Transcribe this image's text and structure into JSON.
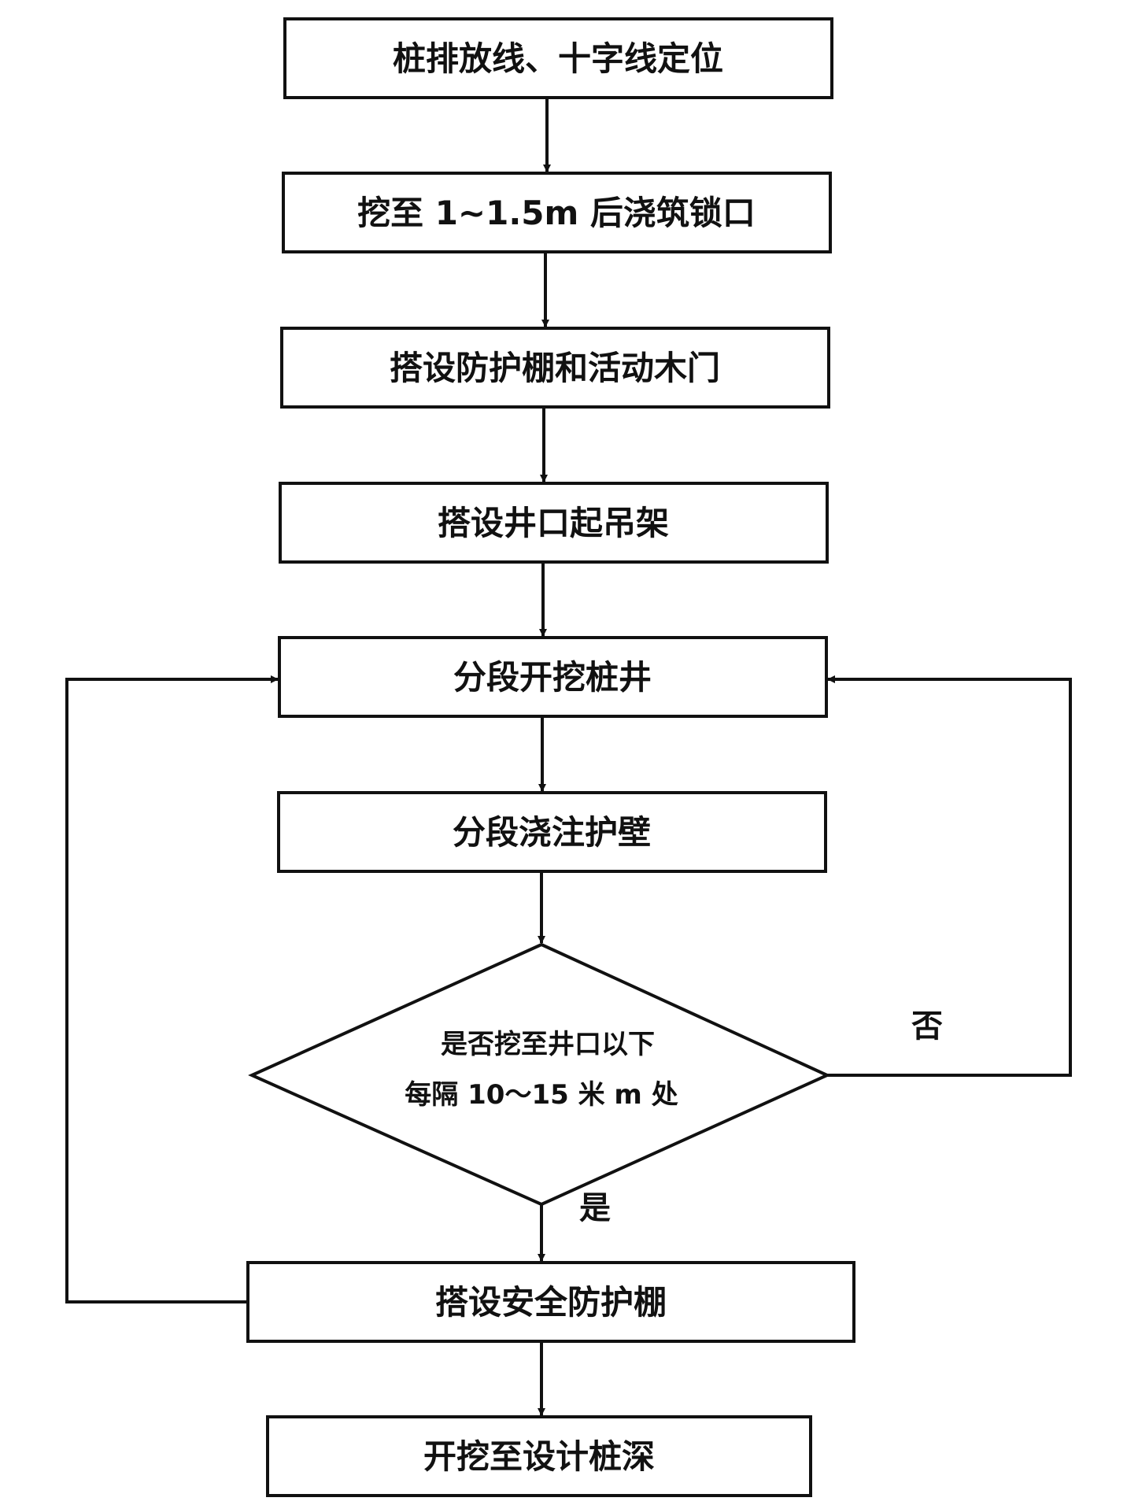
{
  "diagram": {
    "colors": {
      "stroke": "#111111",
      "fill": "#ffffff",
      "text": "#111111"
    },
    "nodes": {
      "step1": "桩排放线、十字线定位",
      "step2": "挖至 1~1.5m 后浇筑锁口",
      "step3": "搭设防护棚和活动木门",
      "step4": "搭设井口起吊架",
      "step5": "分段开挖桩井",
      "step6": "分段浇注护壁",
      "decision_line1": "是否挖至井口以下",
      "decision_line2": "每隔 10～15 米 m 处",
      "step7": "搭设安全防护棚",
      "step8": "开挖至设计桩深"
    },
    "branches": {
      "no_label": "否",
      "yes_label": "是"
    }
  }
}
